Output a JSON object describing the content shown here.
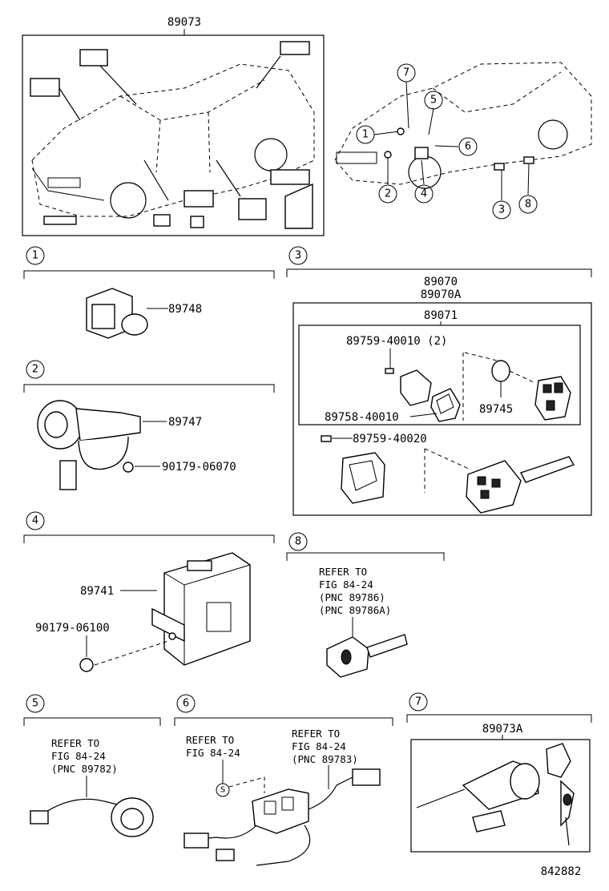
{
  "diagram_number": "842882",
  "overview": {
    "top_part_number": "89073",
    "callouts": [
      "7",
      "5",
      "1",
      "6",
      "2",
      "4",
      "3",
      "8"
    ]
  },
  "sections": {
    "s1": {
      "number": "1",
      "parts": [
        "89748"
      ]
    },
    "s2": {
      "number": "2",
      "parts": [
        "89747",
        "90179-06070"
      ]
    },
    "s3": {
      "number": "3",
      "assembly_1": "89070",
      "assembly_2": "89070A",
      "sub_assembly": "89071",
      "parts": [
        "89759-40010 (2)",
        "89745",
        "89758-40010",
        "89759-40020"
      ]
    },
    "s4": {
      "number": "4",
      "parts": [
        "89741",
        "90179-06100"
      ]
    },
    "s8": {
      "number": "8",
      "refer_lines": [
        "REFER TO",
        "FIG 84-24",
        "(PNC 89786)",
        "(PNC 89786A)"
      ]
    },
    "s5": {
      "number": "5",
      "refer_lines": [
        "REFER TO",
        "FIG 84-24",
        "(PNC 89782)"
      ]
    },
    "s6": {
      "number": "6",
      "refer_a_lines": [
        "REFER TO",
        "FIG 84-24"
      ],
      "refer_b_lines": [
        "REFER TO",
        "FIG 84-24",
        "(PNC 89783)"
      ],
      "symbol": "S"
    },
    "s7": {
      "number": "7",
      "parts": [
        "89073A"
      ]
    }
  }
}
